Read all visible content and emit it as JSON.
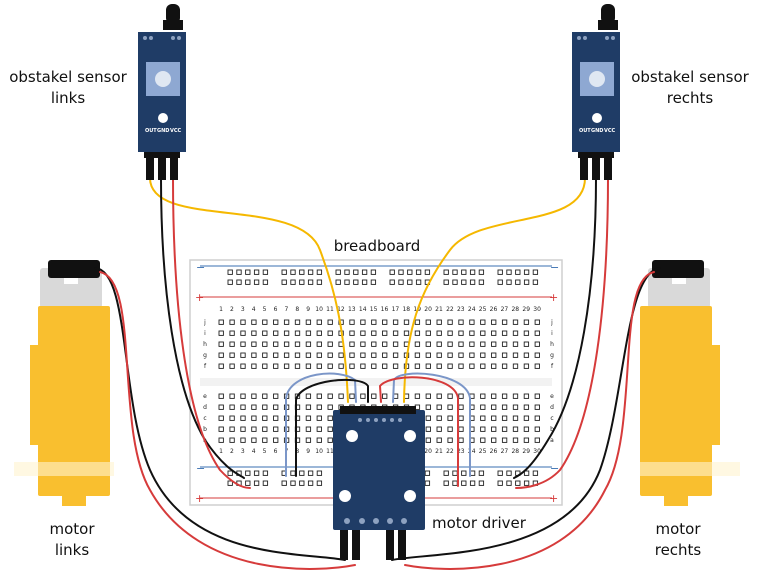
{
  "labels": {
    "sensor_left": [
      "obstakel sensor",
      "links"
    ],
    "sensor_right": [
      "obstakel sensor",
      "rechts"
    ],
    "breadboard": "breadboard",
    "motor_left": [
      "motor",
      "links"
    ],
    "motor_right": [
      "motor",
      "rechts"
    ],
    "motor_driver": "motor driver"
  },
  "sensor_pins": [
    "OUT",
    "GND",
    "VCC"
  ],
  "breadboard": {
    "columns": 30,
    "rows_top": [
      "j",
      "i",
      "h",
      "g",
      "f"
    ],
    "rows_bottom": [
      "e",
      "d",
      "c",
      "b",
      "a"
    ],
    "rail_minus": "−",
    "rail_plus": "+"
  },
  "colors": {
    "wire_yellow": "#f5b800",
    "wire_red": "#d63b3b",
    "wire_black": "#111111",
    "wire_blue": "#7b96c8",
    "motor_body": "#f9bf2f",
    "pcb": "#1f3c66",
    "rail_blue": "#3a6fb0",
    "rail_red": "#d63b3b"
  }
}
